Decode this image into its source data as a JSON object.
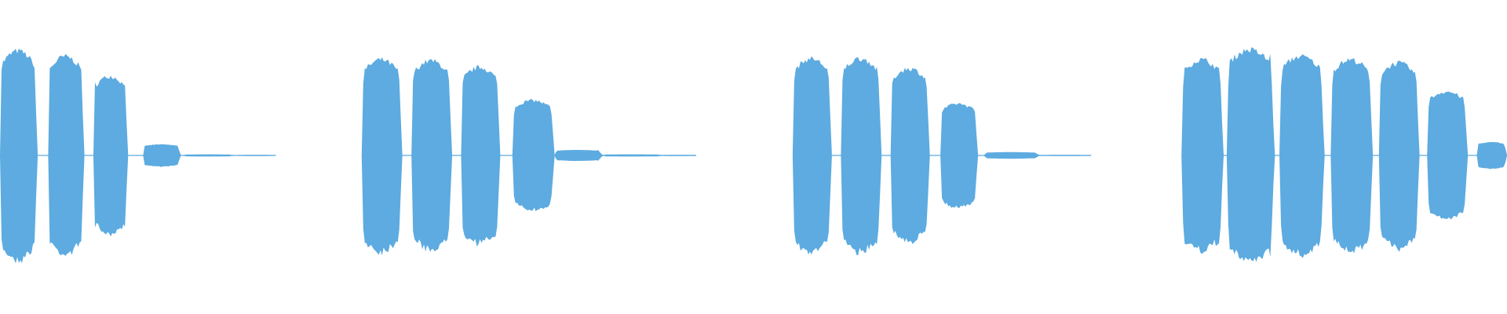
{
  "waveform": {
    "color": "#5dabe0",
    "background": "#ffffff",
    "clips": [
      {
        "bursts": [
          {
            "start": 0.0,
            "end": 0.025,
            "amp": 0.95
          },
          {
            "start": 0.032,
            "end": 0.056,
            "amp": 0.9
          },
          {
            "start": 0.062,
            "end": 0.085,
            "amp": 0.72
          },
          {
            "start": 0.095,
            "end": 0.12,
            "amp": 0.1
          },
          {
            "start": 0.122,
            "end": 0.155,
            "amp": 0.01
          },
          {
            "start": 0.158,
            "end": 0.183,
            "amp": 0.005
          }
        ]
      },
      {
        "bursts": [
          {
            "start": 0.24,
            "end": 0.267,
            "amp": 0.87
          },
          {
            "start": 0.273,
            "end": 0.3,
            "amp": 0.86
          },
          {
            "start": 0.306,
            "end": 0.332,
            "amp": 0.8
          },
          {
            "start": 0.34,
            "end": 0.368,
            "amp": 0.5
          },
          {
            "start": 0.368,
            "end": 0.4,
            "amp": 0.05
          },
          {
            "start": 0.4,
            "end": 0.44,
            "amp": 0.01
          },
          {
            "start": 0.44,
            "end": 0.462,
            "amp": 0.005
          }
        ]
      },
      {
        "bursts": [
          {
            "start": 0.526,
            "end": 0.552,
            "amp": 0.88
          },
          {
            "start": 0.558,
            "end": 0.585,
            "amp": 0.88
          },
          {
            "start": 0.591,
            "end": 0.617,
            "amp": 0.79
          },
          {
            "start": 0.624,
            "end": 0.649,
            "amp": 0.47
          },
          {
            "start": 0.653,
            "end": 0.69,
            "amp": 0.03
          },
          {
            "start": 0.69,
            "end": 0.724,
            "amp": 0.005
          }
        ]
      },
      {
        "bursts": [
          {
            "start": 0.784,
            "end": 0.812,
            "amp": 0.87
          },
          {
            "start": 0.814,
            "end": 0.846,
            "amp": 0.96
          },
          {
            "start": 0.849,
            "end": 0.879,
            "amp": 0.9
          },
          {
            "start": 0.883,
            "end": 0.911,
            "amp": 0.87
          },
          {
            "start": 0.915,
            "end": 0.942,
            "amp": 0.84
          },
          {
            "start": 0.947,
            "end": 0.974,
            "amp": 0.58
          },
          {
            "start": 0.98,
            "end": 1.0,
            "amp": 0.12
          }
        ]
      }
    ]
  }
}
